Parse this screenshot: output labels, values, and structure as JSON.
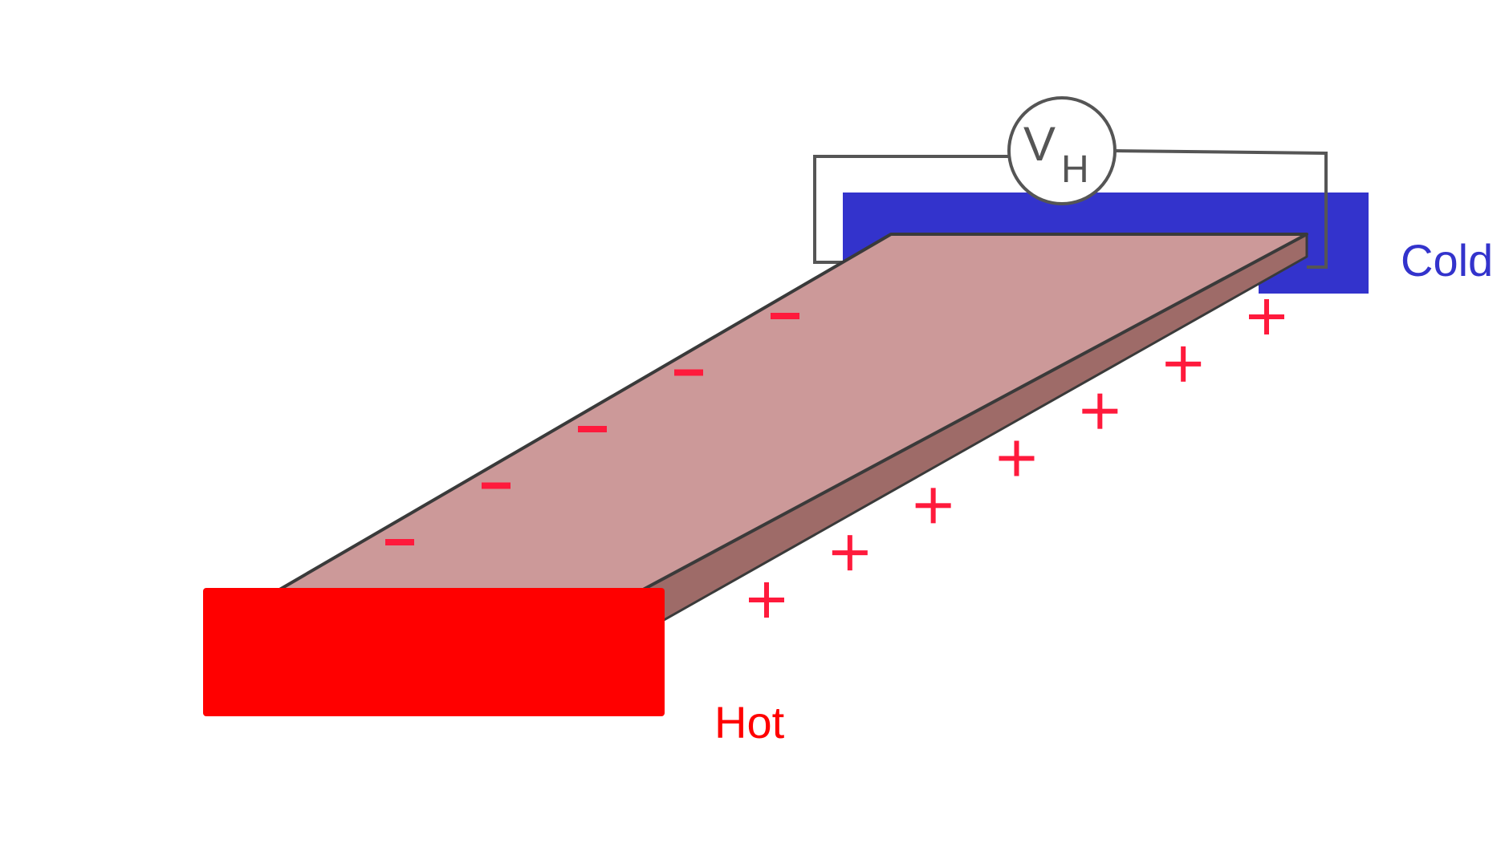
{
  "labels": {
    "meter": "V",
    "meter_subscript": "H",
    "hot": "Hot",
    "cold": "Cold",
    "negative_sign": "−",
    "positive_sign": "+"
  },
  "counts": {
    "negative_charges": 5,
    "positive_charges": 7
  },
  "colors": {
    "hot": "#ff0000",
    "cold": "#3333cc",
    "plate_top": "#cc9999",
    "plate_edge": "#9e6b68",
    "outline": "#3a3a3a",
    "wire": "#555555",
    "charge": "#ff1a3c"
  },
  "icons": {
    "meter": "voltmeter-icon"
  }
}
